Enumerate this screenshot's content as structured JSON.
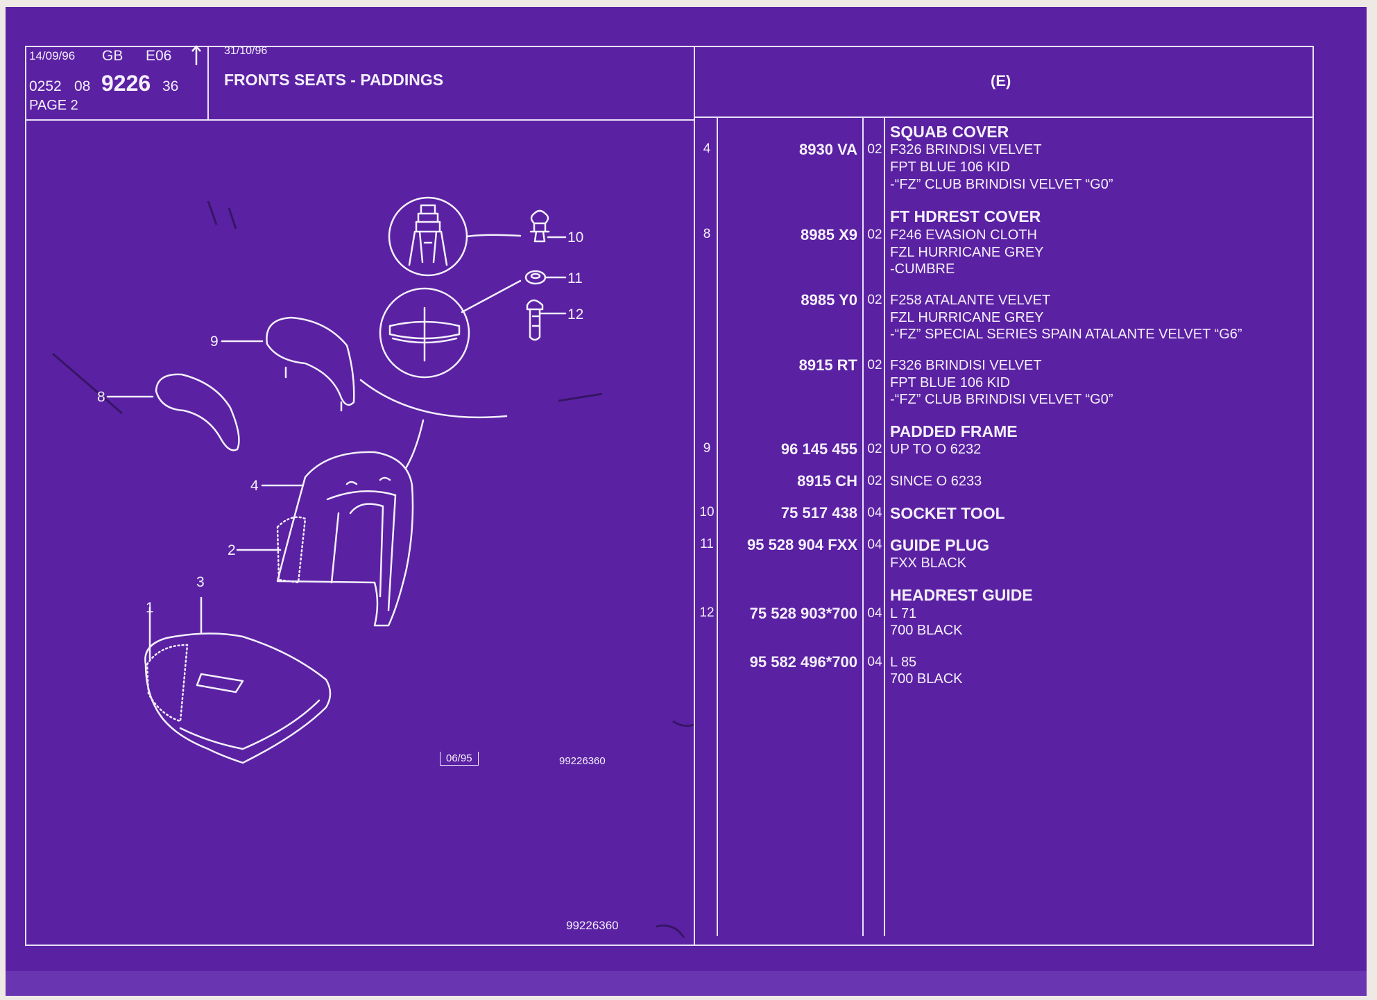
{
  "header": {
    "date1": "14/09/96",
    "lang": "GB",
    "edition": "E06",
    "code_a": "0252",
    "code_b": "08",
    "code_main": "9226",
    "code_c": "36",
    "page": "PAGE 2",
    "date2": "31/10/96",
    "title": "FRONTS SEATS - PADDINGS",
    "column_label": "(E)"
  },
  "illustration": {
    "callouts": [
      "10",
      "11",
      "12",
      "9",
      "8",
      "4",
      "2",
      "3",
      "1"
    ],
    "date_box": "06/95",
    "ref_number": "99226360",
    "bottom_ref": "99226360"
  },
  "parts": [
    {
      "ref": "4",
      "part_no": "8930 VA",
      "qty": "02",
      "heading": "SQUAB COVER",
      "lines": [
        "F326 BRINDISI VELVET",
        "FPT BLUE 106 KID",
        "-“FZ” CLUB BRINDISI VELVET “G0”"
      ]
    },
    {
      "ref": "8",
      "part_no": "8985 X9",
      "qty": "02",
      "heading": "FT HDREST COVER",
      "lines": [
        "F246 EVASION CLOTH",
        "FZL HURRICANE GREY",
        "-CUMBRE"
      ]
    },
    {
      "ref": "",
      "part_no": "8985 Y0",
      "qty": "02",
      "heading": "",
      "lines": [
        "F258 ATALANTE VELVET",
        "FZL HURRICANE GREY",
        "-“FZ” SPECIAL SERIES SPAIN ATALANTE VELVET “G6”"
      ]
    },
    {
      "ref": "",
      "part_no": "8915 RT",
      "qty": "02",
      "heading": "",
      "lines": [
        "F326 BRINDISI VELVET",
        "FPT BLUE 106 KID",
        "-“FZ” CLUB BRINDISI VELVET “G0”"
      ]
    },
    {
      "ref": "9",
      "part_no": "96 145 455",
      "qty": "02",
      "heading": "PADDED FRAME",
      "lines": [
        "UP  TO  O  6232"
      ]
    },
    {
      "ref": "",
      "part_no": "8915 CH",
      "qty": "02",
      "heading": "",
      "lines": [
        "SINCE  O  6233"
      ]
    },
    {
      "ref": "10",
      "part_no": "75 517 438",
      "qty": "04",
      "heading": "SOCKET TOOL",
      "lines": []
    },
    {
      "ref": "11",
      "part_no": "95 528 904 FXX",
      "qty": "04",
      "heading": "GUIDE PLUG",
      "lines": [
        "FXX BLACK"
      ]
    },
    {
      "ref": "12",
      "part_no": "75 528 903*700",
      "qty": "04",
      "heading": "HEADREST GUIDE",
      "lines": [
        "L 71",
        "700 BLACK"
      ]
    },
    {
      "ref": "",
      "part_no": "95 582 496*700",
      "qty": "04",
      "heading": "",
      "lines": [
        "L 85",
        "700 BLACK"
      ]
    }
  ],
  "colors": {
    "sheet": "#5b21a3",
    "ink": "#f4f0fb"
  }
}
